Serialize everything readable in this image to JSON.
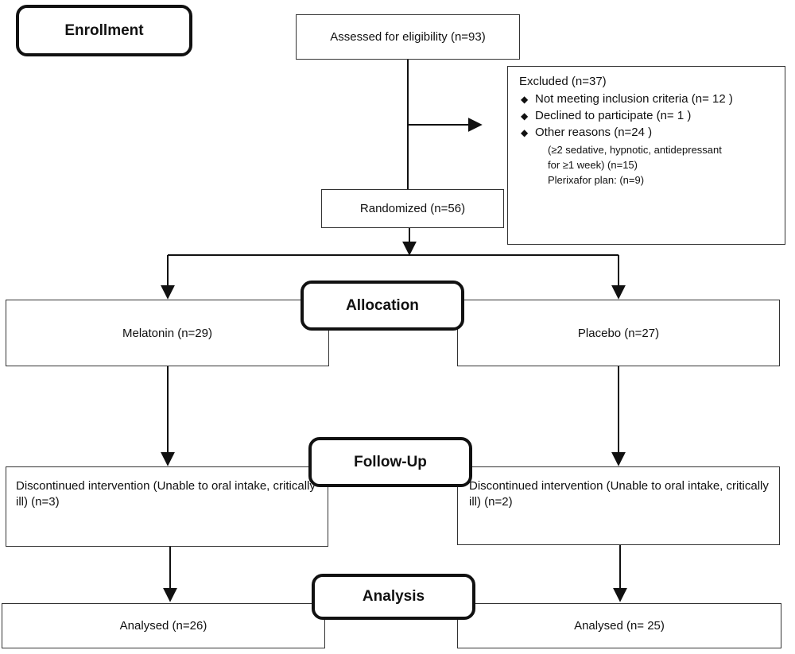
{
  "stages": {
    "enrollment": "Enrollment",
    "allocation": "Allocation",
    "follow_up": "Follow-Up",
    "analysis": "Analysis"
  },
  "boxes": {
    "assessed": "Assessed for eligibility (n=93)",
    "excluded": {
      "title": "Excluded (n=37)",
      "bullets": [
        "Not meeting inclusion criteria (n= 12 )",
        "Declined to participate (n= 1 )",
        "Other reasons (n=24 )"
      ],
      "other_detail_1": "(≥2 sedative, hypnotic, antidepressant",
      "other_detail_2": "for ≥1 week) (n=15)",
      "other_detail_3": "Plerixafor plan: (n=9)"
    },
    "randomized": "Randomized (n=56)",
    "melatonin": "Melatonin (n=29)",
    "placebo": "Placebo (n=27)",
    "discontinued_left": "Discontinued intervention (Unable to oral intake, critically ill) (n=3)",
    "discontinued_right": "Discontinued intervention (Unable to oral intake, critically ill) (n=2)",
    "analysed_left": "Analysed (n=26)",
    "analysed_right": "Analysed (n= 25)"
  },
  "icons": {
    "bullet": "diamond-bullet-icon"
  },
  "colors": {
    "line": "#111111",
    "background": "#ffffff"
  }
}
